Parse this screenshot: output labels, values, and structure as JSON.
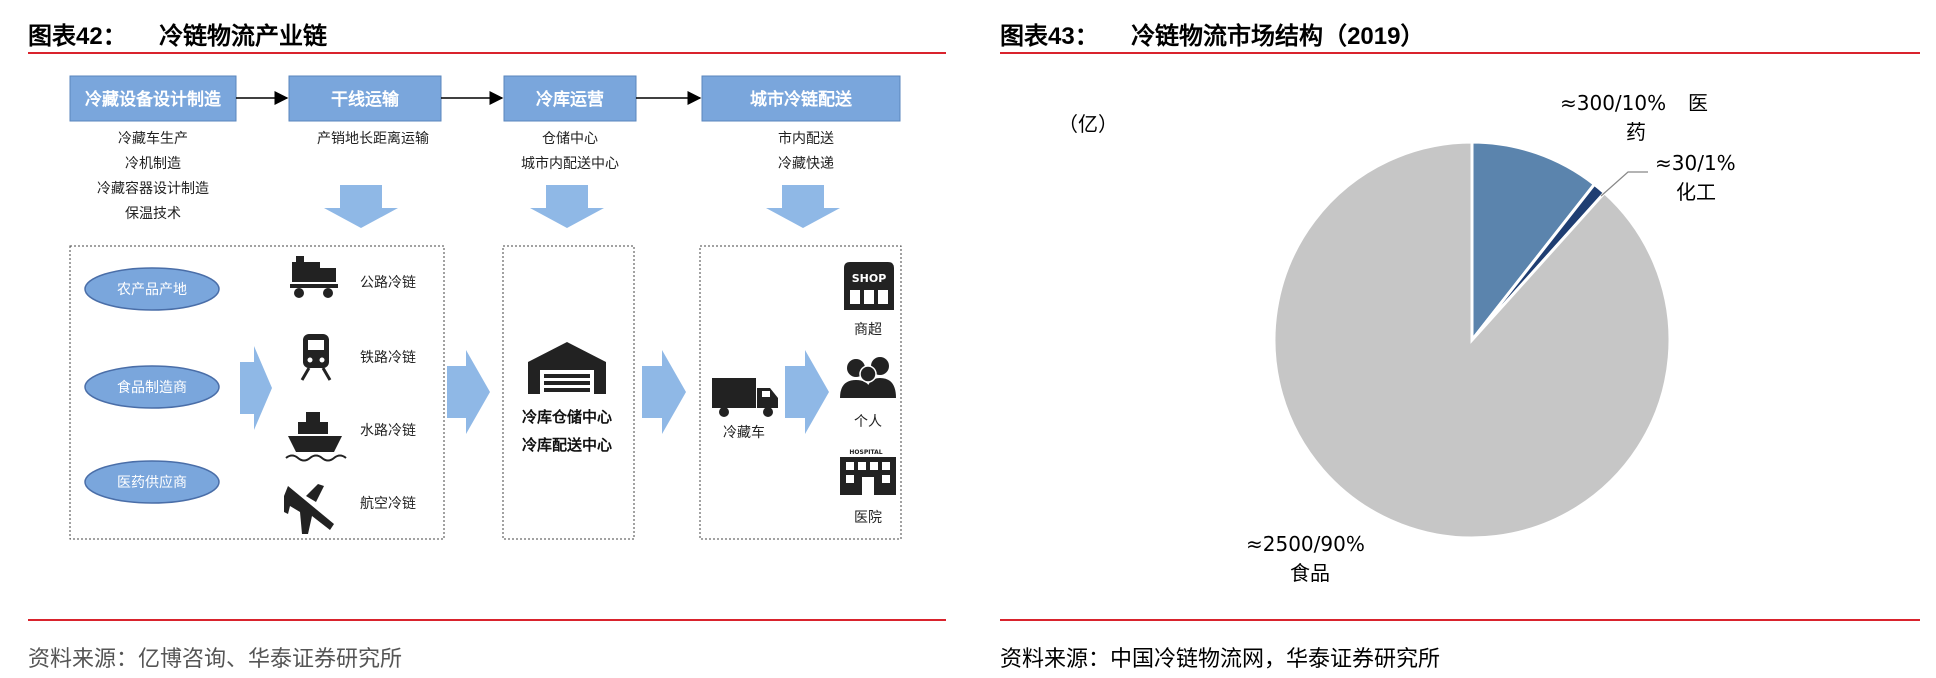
{
  "left": {
    "title_prefix": "图表",
    "title_num": "42：",
    "title_text": "冷链物流产业链",
    "stages": [
      {
        "label": "冷藏设备设计制造",
        "sub": [
          "冷藏车生产",
          "冷机制造",
          "冷藏容器设计制造",
          "保温技术"
        ]
      },
      {
        "label": "干线运输",
        "sub": [
          "产销地长距离运输"
        ]
      },
      {
        "label": "冷库运营",
        "sub": [
          "仓储中心",
          "城市内配送中心"
        ]
      },
      {
        "label": "城市冷链配送",
        "sub": [
          "市内配送",
          "冷藏快递"
        ]
      }
    ],
    "sources": [
      "农产品产地",
      "食品制造商",
      "医药供应商"
    ],
    "modes": [
      "公路冷链",
      "铁路冷链",
      "水路冷链",
      "航空冷链"
    ],
    "warehouse_labels": [
      "冷库仓储中心",
      "冷库配送中心"
    ],
    "truck_label": "冷藏车",
    "destinations": [
      "商超",
      "个人",
      "医院"
    ],
    "shop_text": "SHOP",
    "hospital_text": "HOSPITAL",
    "source_note": "资料来源：亿博咨询、华泰证券研究所"
  },
  "right": {
    "title_prefix": "图表",
    "title_num": "43：",
    "title_text": "冷链物流市场结构（",
    "title_year": "2019",
    "title_close": "）",
    "unit": "（亿）",
    "source_note": "资料来源：中国冷链物流网，华泰证券研究所"
  },
  "chart_data": {
    "type": "pie",
    "title": "冷链物流市场结构（2019）",
    "unit": "（亿）",
    "slices": [
      {
        "label": "医药",
        "value": 300,
        "percent": 10,
        "value_text": "≈300/10%",
        "color": "#5b84ad"
      },
      {
        "label": "化工",
        "value": 30,
        "percent": 1,
        "value_text": "≈30/1%",
        "color": "#1f3e72"
      },
      {
        "label": "食品",
        "value": 2500,
        "percent": 90,
        "value_text": "≈2500/90%",
        "color": "#c6c6c6"
      }
    ]
  },
  "colors": {
    "accent_red": "#d9232d",
    "stage_box": "#7aa6dc",
    "arrow_blue": "#8fb8e6"
  }
}
